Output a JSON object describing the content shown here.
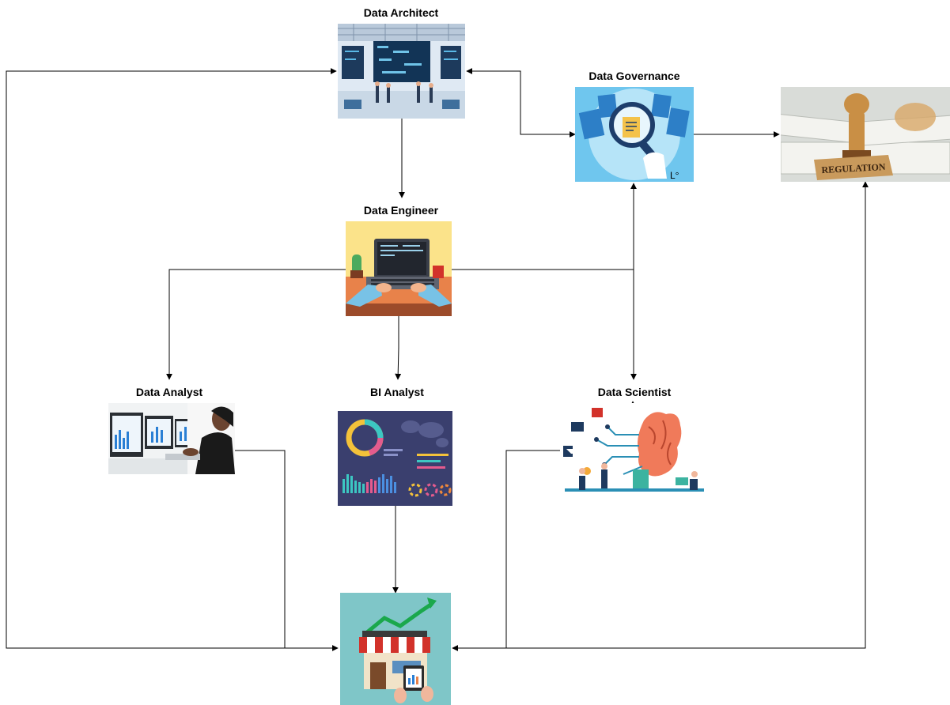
{
  "diagram": {
    "nodes": {
      "architect": {
        "label": "Data Architect"
      },
      "governance": {
        "label": "Data Governance"
      },
      "regulation": {
        "label": "",
        "stamp_text": "REGULATION"
      },
      "engineer": {
        "label": "Data Engineer"
      },
      "analyst": {
        "label": "Data Analyst"
      },
      "bi": {
        "label": "BI Analyst"
      },
      "scientist": {
        "label": "Data Scientist"
      },
      "business": {
        "label": ""
      }
    },
    "edges": [
      {
        "from": "architect",
        "to": "engineer"
      },
      {
        "from": "architect",
        "to": "governance",
        "bidirectional": true
      },
      {
        "from": "governance",
        "to": "regulation"
      },
      {
        "from": "engineer",
        "to": "analyst"
      },
      {
        "from": "engineer",
        "to": "bi"
      },
      {
        "from": "engineer",
        "to": "scientist"
      },
      {
        "from": "engineer",
        "to": "governance"
      },
      {
        "from": "analyst",
        "to": "business"
      },
      {
        "from": "bi",
        "to": "business"
      },
      {
        "from": "scientist",
        "to": "business"
      },
      {
        "from": "business",
        "to": "architect"
      },
      {
        "from": "business",
        "to": "regulation"
      }
    ],
    "colors": {
      "line": "#000000",
      "label": "#000000"
    }
  }
}
